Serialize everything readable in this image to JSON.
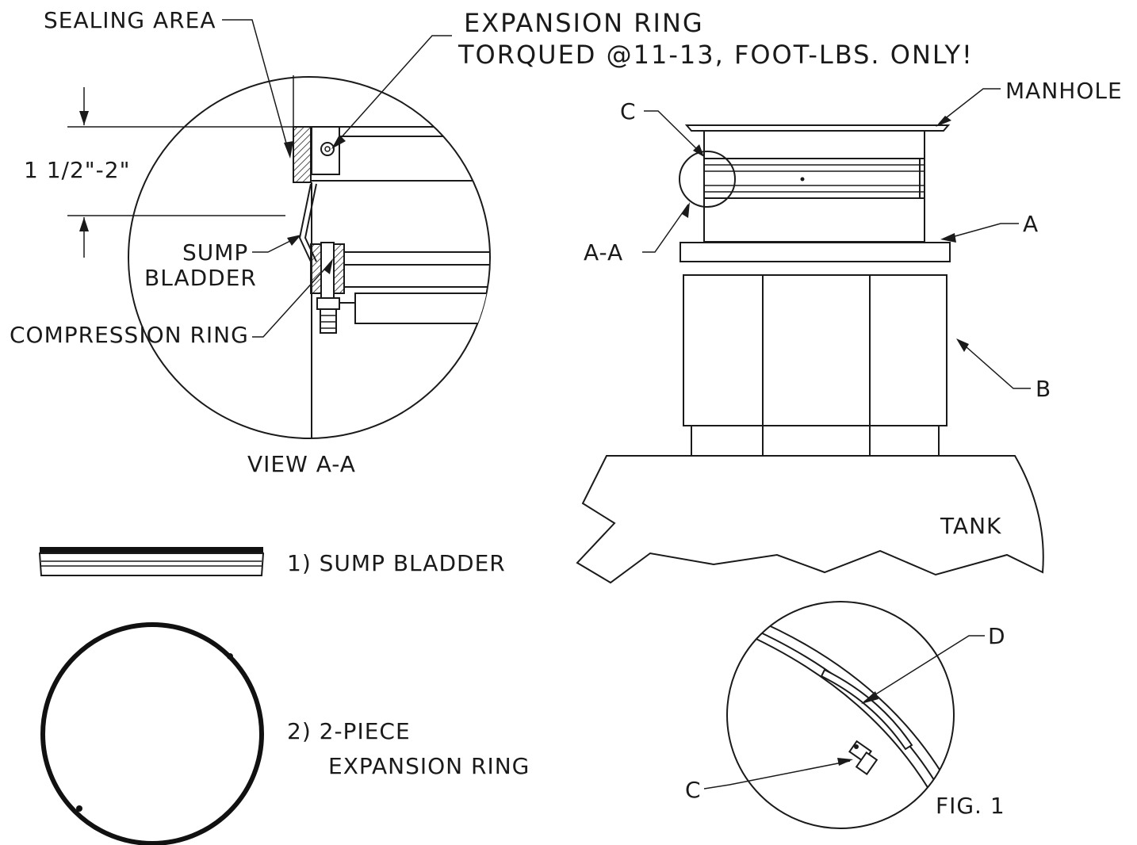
{
  "labels": {
    "sealing_area": "SEALING AREA",
    "expansion_ring_line1": "EXPANSION RING",
    "expansion_ring_line2": "TORQUED @11-13, FOOT-LBS. ONLY!",
    "dimension": "1 1/2\"-2\"",
    "sump": "SUMP",
    "bladder": "BLADDER",
    "compression_ring": "COMPRESSION RING",
    "view_aa": "VIEW A-A",
    "manhole": "MANHOLE",
    "c_top": "C",
    "a_label": "A",
    "aa_label": "A-A",
    "b_label": "B",
    "tank": "TANK",
    "part1": "1) SUMP BLADDER",
    "part2_line1": "2) 2-PIECE",
    "part2_line2": "EXPANSION RING",
    "d_label": "D",
    "c_bottom": "C",
    "fig1": "FIG. 1"
  }
}
